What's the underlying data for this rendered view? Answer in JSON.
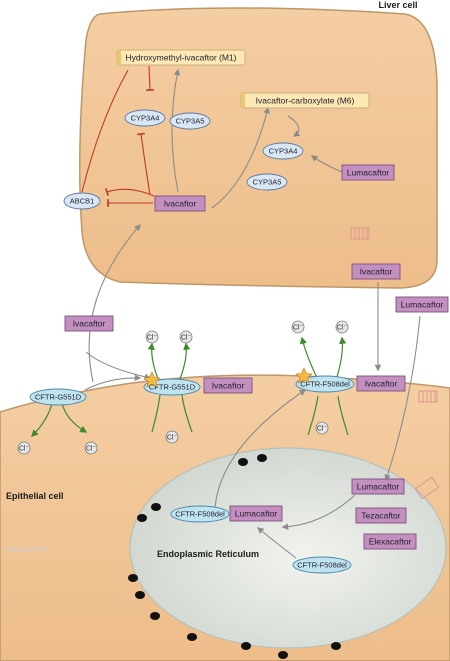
{
  "regions": {
    "liver_cell": "Liver cell",
    "epithelial_cell": "Epithelial cell",
    "er": "Endoplasmic Reticulum",
    "watermark": "PharmGKB"
  },
  "liver": {
    "m1": "Hydroxymethyl-ivacaftor (M1)",
    "m6": "Ivacaftor-carboxylate (M6)",
    "cyp3a4_left": "CYP3A4",
    "cyp3a5_left": "CYP3A5",
    "cyp3a4_right": "CYP3A4",
    "cyp3a5_right": "CYP3A5",
    "abcb1": "ABCB1",
    "ivacaftor": "Ivacaftor",
    "lumacaftor": "Lumacaftor"
  },
  "outside": {
    "ivacaftor_left": "Ivacaftor",
    "ivacaftor_right": "Ivacaftor",
    "lumacaftor_right": "Lumacaftor"
  },
  "membrane": {
    "cftr_g551d_left": "CFTR-G551D",
    "cftr_g551d_center": "CFTR-G551D",
    "cftr_f508del_right": "CFTR-F508del",
    "ivacaftor_center": "Ivacaftor",
    "ivacaftor_right": "Ivacaftor"
  },
  "ions": {
    "chloride": "Cl⁻"
  },
  "er_items": {
    "cftr_f508del_inner": "CFTR-F508del",
    "lumacaftor_inner": "Lumacaftor",
    "lumacaftor_right": "Lumacaftor",
    "tezacaftor": "Tezacaftor",
    "elexacaftor": "Elexacaftor",
    "cftr_f508del_bottom": "CFTR-F508del"
  },
  "colors": {
    "cell_fill": "#f2c79a",
    "cell_stroke": "#bf9668",
    "drug_fill": "#c38fc0",
    "drug_stroke": "#7b4f7b",
    "metabolite_fill": "#fbe8b4",
    "metabolite_stroke": "#c9b075",
    "enzyme_fill": "#d9e6f4",
    "enzyme_stroke": "#5a7aa0",
    "er_fill": "#dadfd9",
    "arrow_gray": "#8c8c8c",
    "inhibit_red": "#c0392b",
    "channel_green": "#3f8a2e"
  }
}
